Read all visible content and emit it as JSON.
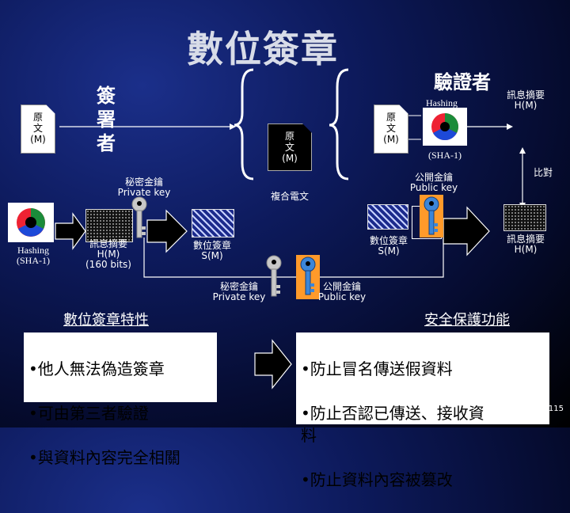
{
  "title": "數位簽章",
  "verifier": {
    "title": "驗證者"
  },
  "signer": {
    "title": "簽署者"
  },
  "docs": {
    "left": "原\n文\n(M)",
    "middle": "原\n文\n(M)",
    "right": "原\n文\n(M)"
  },
  "labels": {
    "hashing_left": "Hashing\n(SHA-1)",
    "hashing_right": "Hashing",
    "sha_inverse": "(SHA-1)",
    "private_key_top": "秘密金鑰\nPrivate key",
    "digest_left": "訊息摘要\nH(M)\n(160 bits)",
    "signature_left": "數位簽章\nS(M)",
    "composite": "複合電文",
    "signature_right": "數位簽章\nS(M)",
    "public_key_top": "公開金鑰\nPublic key",
    "digest_top_right": "訊息摘要\nH(M)",
    "compare": "比對",
    "digest_bottom_right": "訊息摘要\nH(M)",
    "private_key_bottom": "秘密金鑰\nPrivate key",
    "public_key_bottom": "公開金鑰\nPublic key"
  },
  "features": {
    "heading": "數位簽章特性",
    "items": [
      "•他人無法偽造簽章",
      "•可由第三者驗證",
      "•與資料內容完全相關"
    ]
  },
  "security": {
    "heading": "安全保護功能",
    "items": [
      "•防止冒名傳送假資料",
      "•防止否認已傳送、接收資\n料",
      "•防止資料內容被篡改"
    ]
  },
  "page_number": "115",
  "colors": {
    "key_highlight": "#ff9a2a",
    "panel_bg": "#ffffff"
  },
  "icons": [
    "key-icon",
    "hashing-wheel-icon",
    "arrow-icon",
    "brace-icon"
  ]
}
